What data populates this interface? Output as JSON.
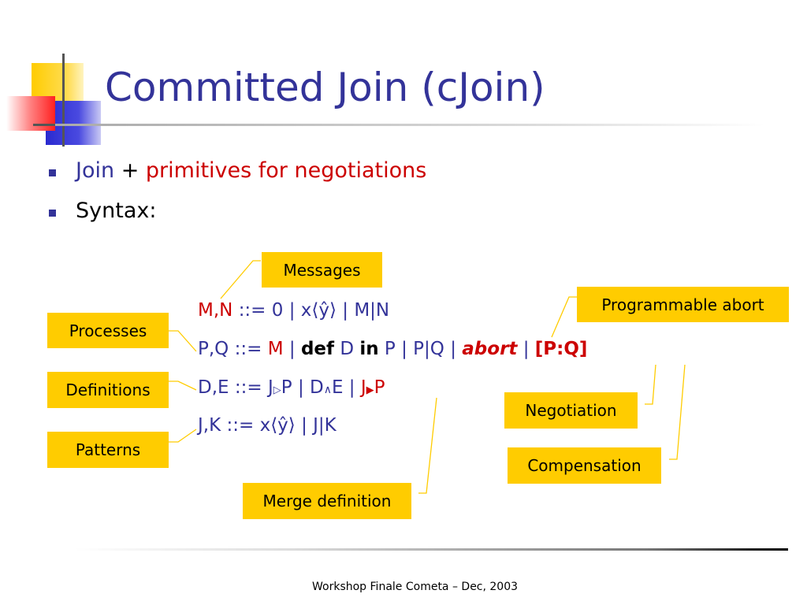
{
  "slide": {
    "title": "Committed Join (cJoin)",
    "bullets": [
      {
        "parts": [
          {
            "text": "Join",
            "color": "blue"
          },
          {
            "text": " + ",
            "color": "black"
          },
          {
            "text": "primitives for negotiations",
            "color": "red"
          }
        ]
      },
      {
        "parts": [
          {
            "text": "Syntax:",
            "color": "black"
          }
        ]
      }
    ],
    "syntax": {
      "row1": {
        "lhs": "M,N",
        "op": "::=",
        "rest": "0 | x⟨ŷ⟩ | M|N"
      },
      "row2": {
        "lhs": "P,Q",
        "op": "::=",
        "m": "M",
        "sep1": " | ",
        "def": "def",
        "d": " D ",
        "in": "in",
        "p": " P | P|Q | ",
        "abort": "abort",
        "sep2": "  | ",
        "pq": "[P:Q]"
      },
      "row3": {
        "lhs": "D,E",
        "op": "::=",
        "j1": "J",
        "tri_open": "▷",
        "rest1": "P | D",
        "wedge": "∧",
        "rest2": "E | ",
        "j2": "J",
        "tri_fill": "▶",
        "p": "P"
      },
      "row4": {
        "lhs": "J,K",
        "op": "::=",
        "rest": "x⟨ŷ⟩ | J|K"
      }
    },
    "labels": {
      "messages": "Messages",
      "processes": "Processes",
      "definitions": "Definitions",
      "patterns": "Patterns",
      "programmable_abort": "Programmable abort",
      "negotiation": "Negotiation",
      "compensation": "Compensation",
      "merge_definition": "Merge definition"
    },
    "footer": "Workshop Finale Cometa – Dec, 2003",
    "colors": {
      "title": "#333399",
      "accent_red": "#cc0000",
      "label_bg": "#ffcc00",
      "leader": "#ffcc00"
    }
  }
}
